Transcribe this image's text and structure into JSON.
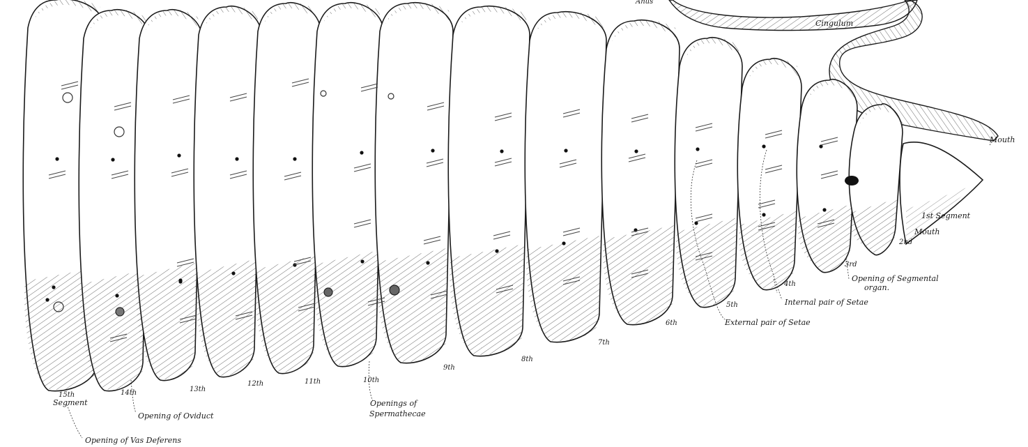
{
  "labels": {
    "cingulum": "Cingulum",
    "mouth_top": "Mouth",
    "mouth_side": "Mouth",
    "seg1": "1st Segment",
    "seg2": "2nd",
    "seg3": "3rd",
    "seg4": "4th",
    "seg5": "5th",
    "seg6": "6th",
    "seg7": "7th",
    "seg8": "8th",
    "seg9": "9th",
    "seg10": "10th",
    "seg11": "11th",
    "seg12": "12th",
    "seg13": "13th",
    "seg14": "14th",
    "seg15_num": "15th",
    "seg15_word": "Segment",
    "segmental_organ_1": "Opening of Segmental",
    "segmental_organ_2": "organ.",
    "internal_setae": "Internal pair of Setae",
    "external_setae": "External pair of Setae",
    "spermathecae_1": "Openings of",
    "spermathecae_2": "Spermathecae",
    "oviduct": "Opening of Oviduct",
    "vas_deferens": "Opening of Vas Deferens",
    "anus": "Anus"
  }
}
